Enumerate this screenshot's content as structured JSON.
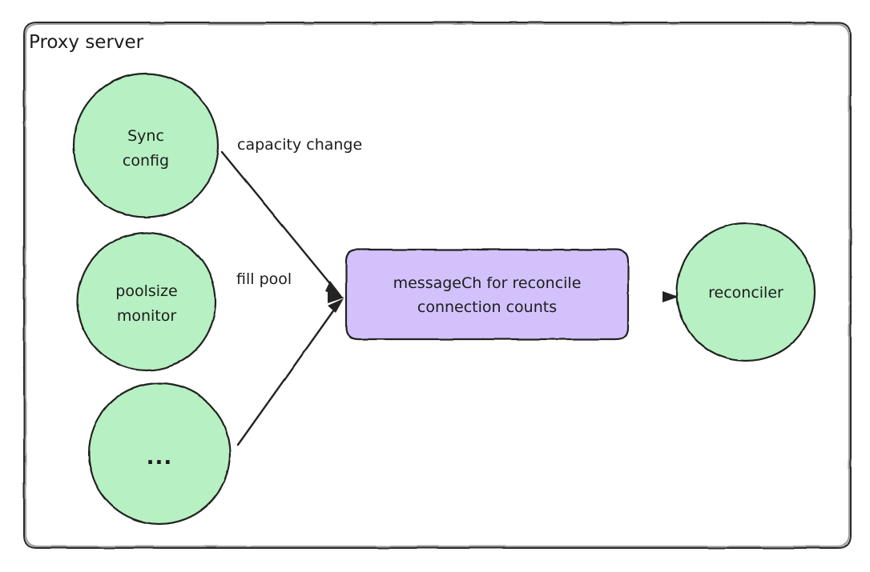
{
  "diagram": {
    "container": {
      "title": "Proxy server"
    },
    "colors": {
      "node_fill": "#b7f0c2",
      "channel_fill": "#d3c1fc",
      "stroke": "#232323",
      "text": "#1c1c1c",
      "background": "#ffffff"
    },
    "nodes": [
      {
        "id": "sync-config",
        "shape": "circle",
        "line1": "Sync",
        "line2": "config",
        "fill": "#b7f0c2"
      },
      {
        "id": "poolsize-monitor",
        "shape": "circle",
        "line1": "poolsize",
        "line2": "monitor",
        "fill": "#b7f0c2"
      },
      {
        "id": "more-sources",
        "shape": "circle",
        "line1": "...",
        "line2": "",
        "fill": "#b7f0c2"
      },
      {
        "id": "message-channel",
        "shape": "rounded-rect",
        "line1": "messageCh for reconcile",
        "line2": "connection counts",
        "fill": "#d3c1fc"
      },
      {
        "id": "reconciler",
        "shape": "circle",
        "line1": "reconciler",
        "line2": "",
        "fill": "#b7f0c2"
      }
    ],
    "edges": [
      {
        "id": "sync-config-to-channel",
        "from": "sync-config",
        "to": "message-channel",
        "label": "capacity change"
      },
      {
        "id": "poolsize-monitor-to-channel",
        "from": "poolsize-monitor",
        "to": "message-channel",
        "label": "fill pool"
      },
      {
        "id": "more-sources-to-channel",
        "from": "more-sources",
        "to": "message-channel",
        "label": ""
      },
      {
        "id": "channel-to-reconciler",
        "from": "message-channel",
        "to": "reconciler",
        "label": ""
      }
    ]
  }
}
